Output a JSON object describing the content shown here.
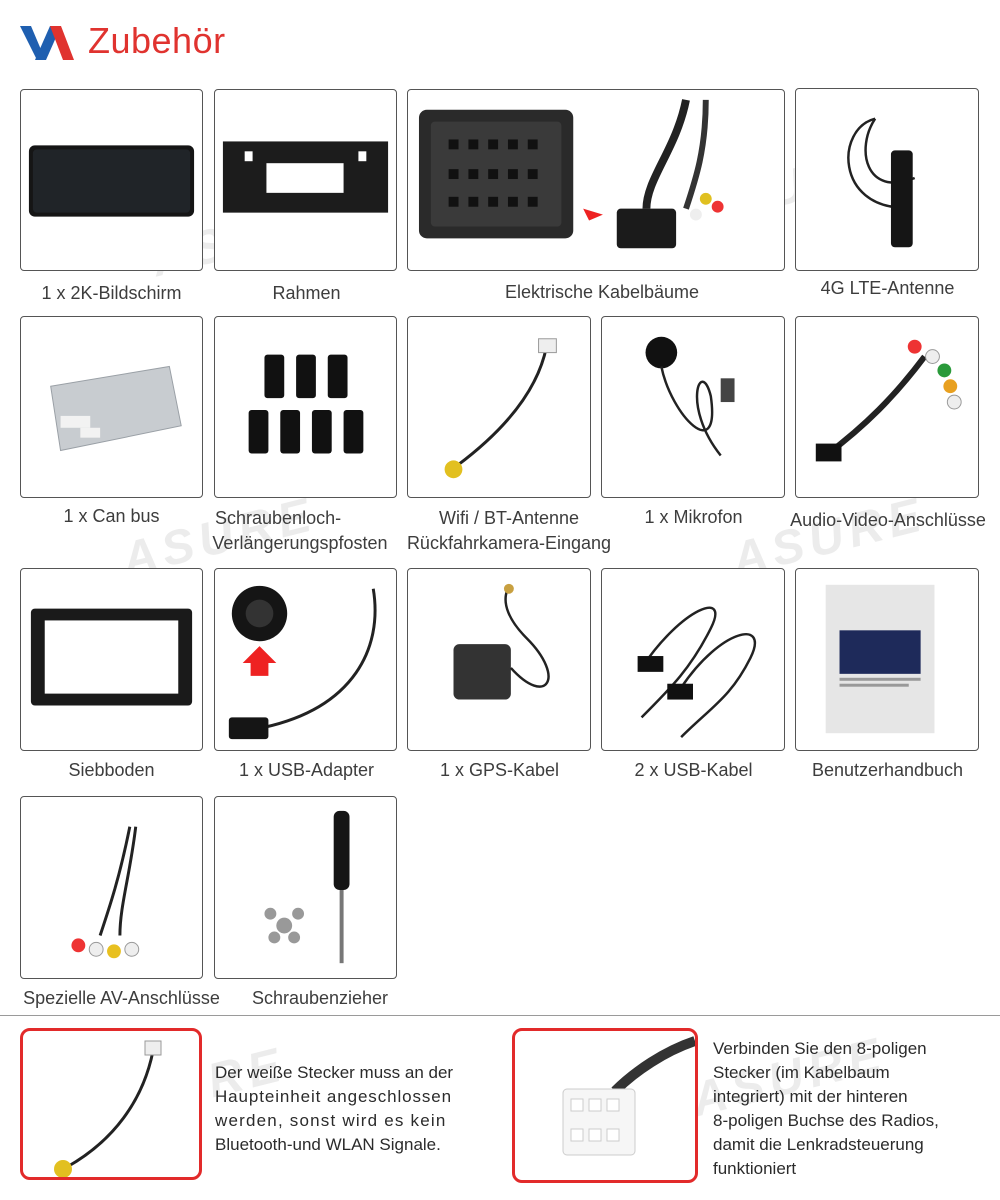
{
  "header": {
    "title": "Zubehör",
    "logo": "brand-logo"
  },
  "items": [
    {
      "caption": "1 x 2K-Bildschirm"
    },
    {
      "caption": "Rahmen"
    },
    {
      "caption": "Elektrische Kabelbäume"
    },
    {
      "caption": "4G LTE-Antenne"
    },
    {
      "caption": "1 x Can bus"
    },
    {
      "caption_line1": "Schraubenloch-",
      "caption_line2": "Verlängerungspfosten"
    },
    {
      "caption_line1": "Wifi / BT-Antenne",
      "caption_line2": "Rückfahrkamera-Eingang"
    },
    {
      "caption": "1 x Mikrofon"
    },
    {
      "caption": "Audio-Video-Anschlüsse"
    },
    {
      "caption": "Siebboden"
    },
    {
      "caption": "1 x USB-Adapter"
    },
    {
      "caption": "1 x GPS-Kabel"
    },
    {
      "caption": "2 x USB-Kabel"
    },
    {
      "caption": "Benutzerhandbuch"
    },
    {
      "caption": "Spezielle AV-Anschlüsse"
    },
    {
      "caption": "Schraubenzieher"
    }
  ],
  "notes": [
    {
      "lines": [
        "Der weiße Stecker muss an der",
        "Haupteinheit angeschlossen",
        "werden, sonst wird es kein",
        "Bluetooth-und WLAN Signale."
      ]
    },
    {
      "lines": [
        "Verbinden Sie den 8-poligen",
        "Stecker (im Kabelbaum",
        "integriert) mit der hinteren",
        "8-poligen Buchse des Radios,",
        "damit die Lenkradsteuerung",
        "funktioniert"
      ]
    }
  ],
  "watermark": "ASURE",
  "colors": {
    "accent": "#e0332f",
    "logo_blue": "#1f5fb0",
    "note_border": "#e22a2a"
  }
}
